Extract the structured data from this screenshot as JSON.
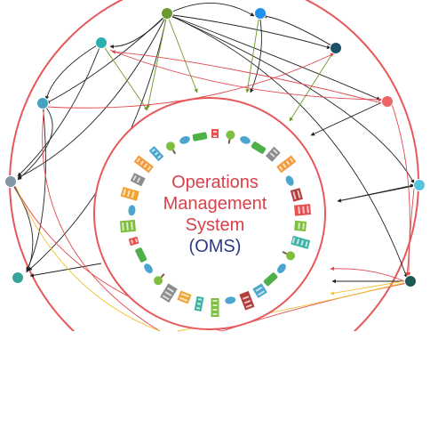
{
  "center": {
    "lines": [
      "Operations",
      "Management",
      "System",
      "(OMS)"
    ]
  },
  "colors": {
    "ring": "#e8585a",
    "title_red": "#d9414a",
    "title_navy": "#2c3a84",
    "edge_dark": "#222222",
    "edge_green": "#6a9a2a",
    "edge_red": "#e0474c",
    "edge_yellow": "#f2c12e",
    "nodes": [
      "#6b9a30",
      "#1f8fe8",
      "#2ab0b0",
      "#1c4e66",
      "#43a3bf",
      "#ef6468",
      "#8396a4",
      "#57c4dc",
      "#39a39b",
      "#1f5b56"
    ]
  },
  "icons": [
    "building-icon",
    "tree-icon",
    "cloud-icon",
    "bus-icon",
    "bench-icon",
    "factory-icon",
    "umbrella-icon",
    "ferris-wheel-icon",
    "lamp-post-icon",
    "house-icon"
  ]
}
